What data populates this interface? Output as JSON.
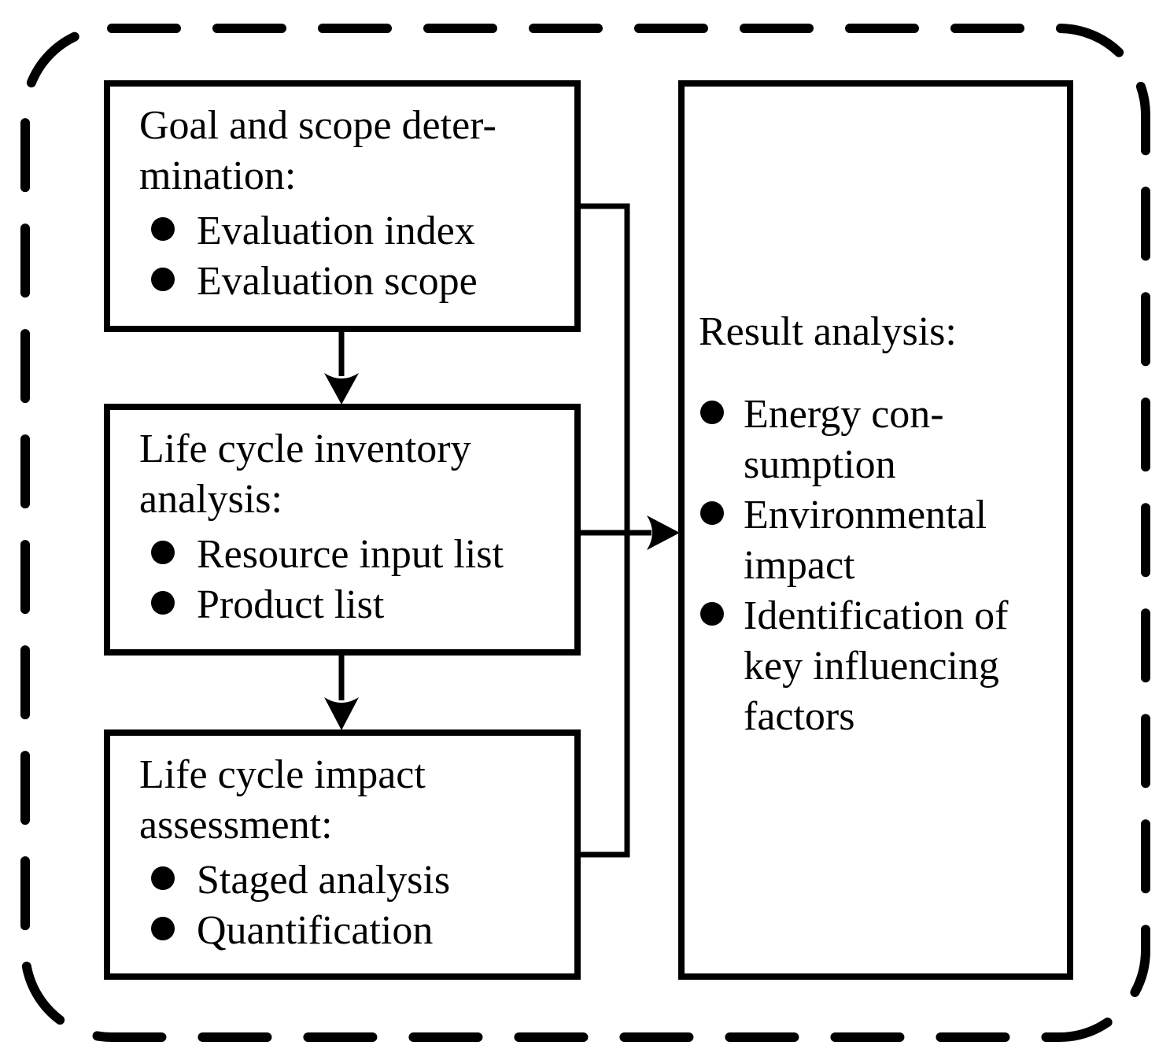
{
  "figure": {
    "colors": {
      "line": "#000000",
      "text": "#000000",
      "background": "#ffffff"
    },
    "boxes": [
      {
        "heading": "Goal and scope deter-\nmination:",
        "bullets": [
          "Evaluation index",
          "Evaluation scope"
        ]
      },
      {
        "heading": "Life cycle inventory\nanalysis:",
        "bullets": [
          "Resource input list",
          "Product list"
        ]
      },
      {
        "heading": "Life cycle impact\nassessment:",
        "bullets": [
          "Staged analysis",
          "Quantification"
        ]
      },
      {
        "heading": "Result analysis:",
        "bullets": [
          "Energy con-\nsumption",
          "Environmental\nimpact",
          "Identification of\nkey influencing\nfactors"
        ]
      }
    ]
  }
}
